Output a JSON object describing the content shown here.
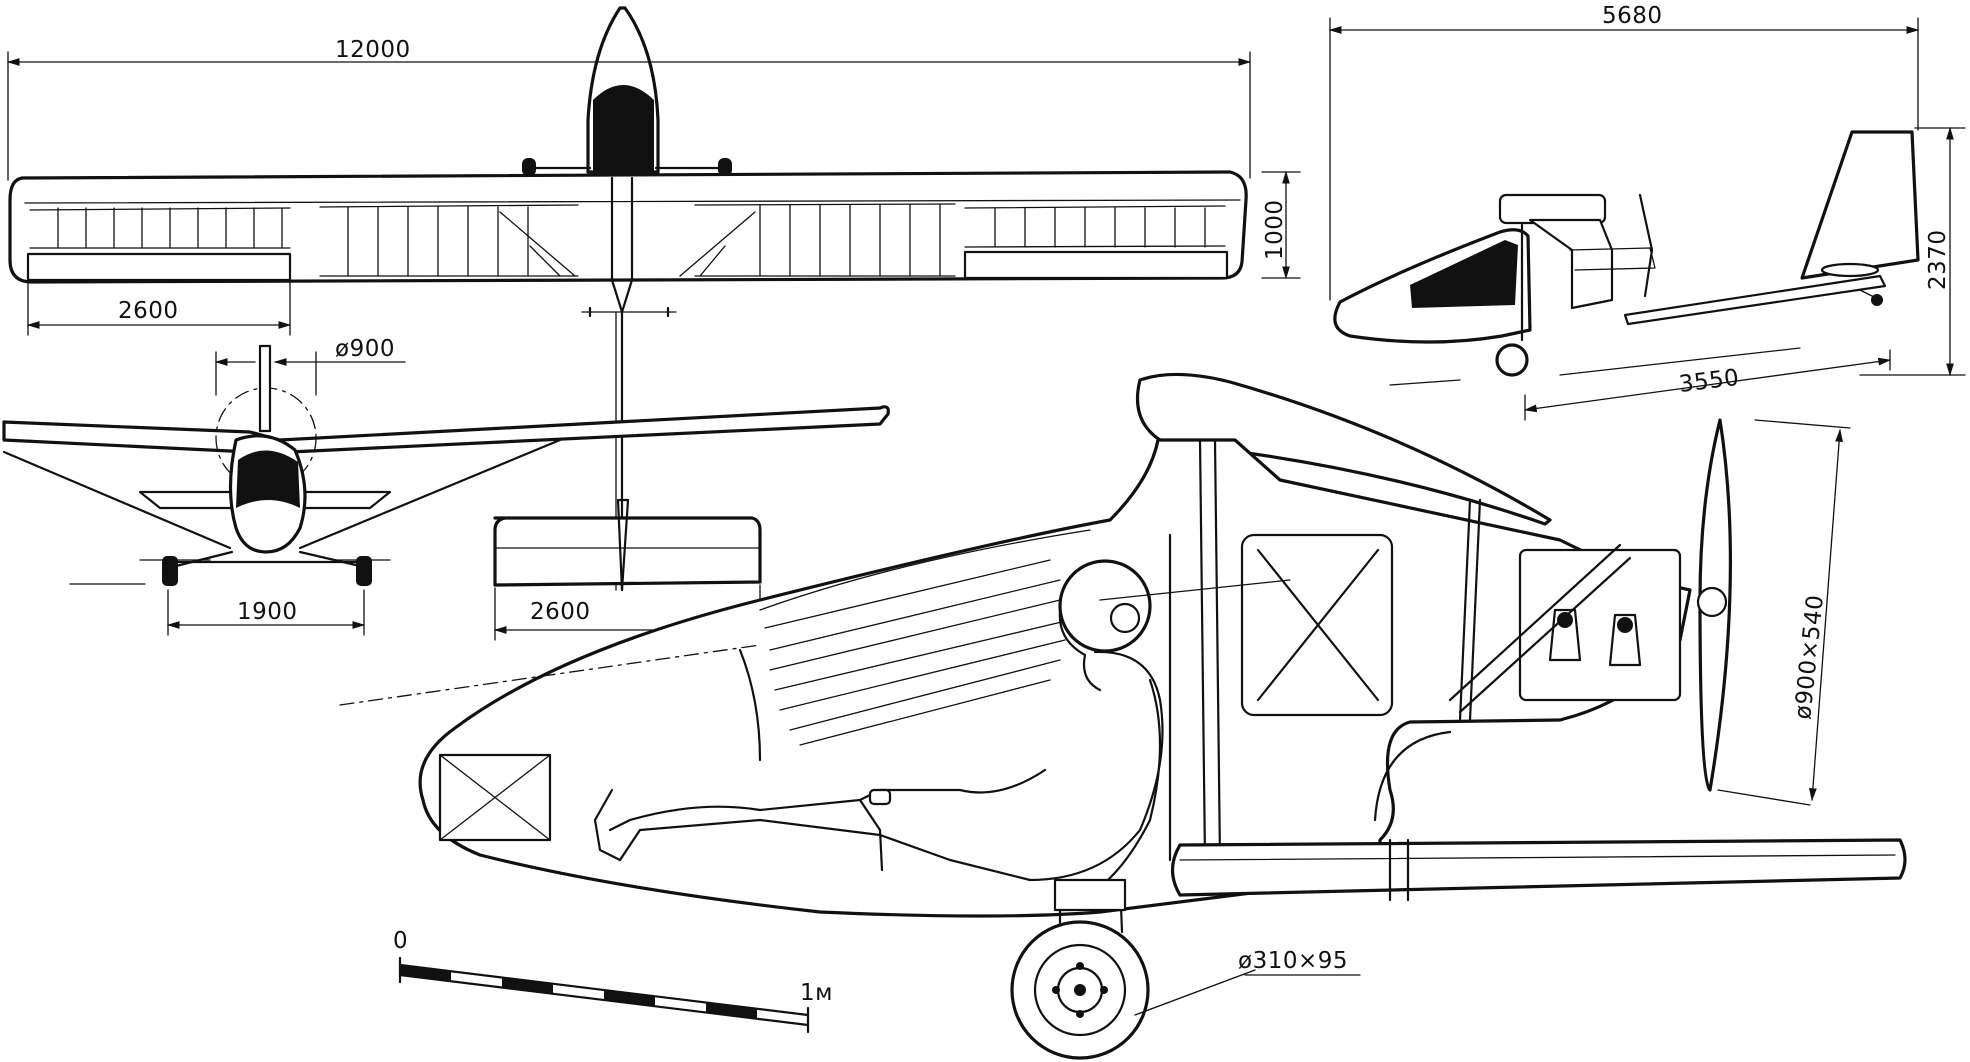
{
  "dimensions": {
    "wingspan": "12000",
    "wing_chord": "1000",
    "aileron_span": "2600",
    "stabilizer_span": "2600",
    "prop_diameter_front": "ø900",
    "wheel_track": "1900",
    "overall_length": "5680",
    "overall_height": "2370",
    "wheelbase": "3550",
    "propeller_size": "ø900×540",
    "wheel_size": "ø310×95"
  },
  "scale_bar": {
    "start_label": "0",
    "end_label": "1м"
  }
}
